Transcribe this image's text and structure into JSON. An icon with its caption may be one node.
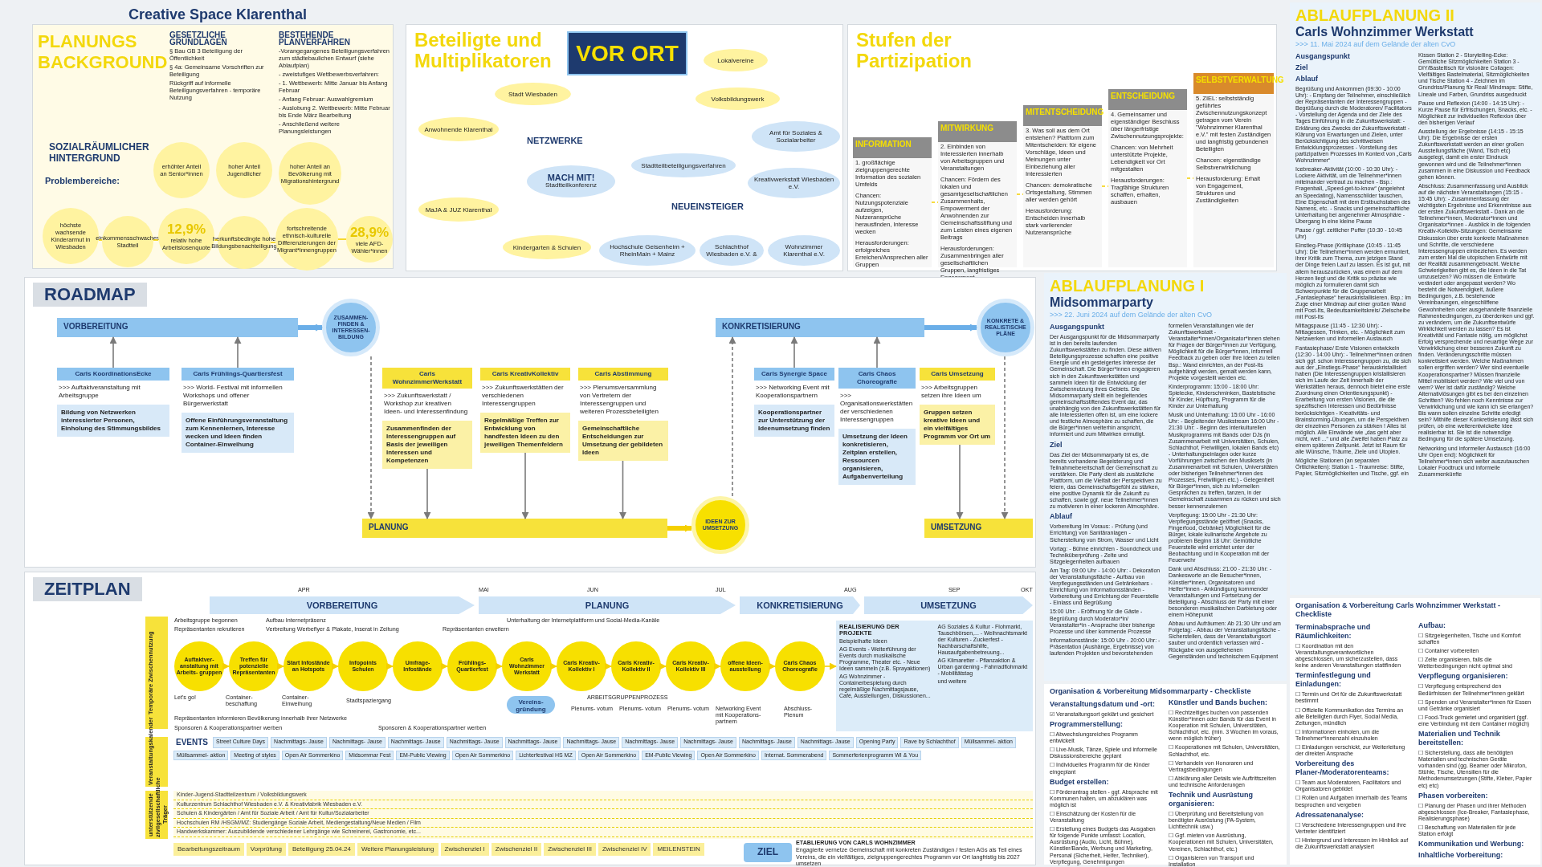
{
  "diagram": {
    "nodes": [
      {
        "text": [
          "PLANUNGS BACKGROUND"
        ]
      },
      {
        "text": [
          "GESETZLICHE GRUNDLAGEN",
          "§ Bau GB 3 Beteiligung der Öffentlichkeit",
          "§ 4a: Gemeinsame Vorschriften zur Beteiligung",
          "Rückgriff auf informelle Beteiligungsverfahren - temporäre Nutzung"
        ],
        "in": 0
      },
      {
        "text": [
          "BESTEHENDE PLANVERFAHREN",
          "-Vorangegangenes Beteiligungsverfahren zum städtebaulichen Entwurf (siehe Ablaufplan)",
          "- zweistufiges Wettbewerbsverfahren:",
          "- 1. Wettbewerb: Mitte Januar bis Anfang Februar",
          "- Anfang Februar: Auswahlgremium",
          "- Auslobung 2. Wettbewerb: Mitte Februar bis Ende März Bearbeitung",
          "- Anschließend weitere Planungsleistungen"
        ],
        "in": 0
      },
      {
        "text": [
          "SOZIALRÄUMLICHER HINTERGRUND"
        ],
        "in": 0
      },
      {
        "text": [
          "erhöhter Anteil an Senior*innen"
        ],
        "in": 0
      },
      {
        "text": [
          "hoher Anteil Jugendlicher"
        ],
        "in": 0
      },
      {
        "text": [
          "hoher Anteil an Bevölkerung mit Migrationshintergrund"
        ],
        "in": 0
      },
      {
        "text": [
          "höchste wachsende Kinderarmut in Wiesbaden"
        ],
        "in": 0
      },
      {
        "text": [
          "einkommensschwaches Stadtteil"
        ],
        "in": 0
      },
      {
        "text": [
          "12,9%",
          "relativ hohe Arbeitslosenquote"
        ],
        "in": 0
      },
      {
        "text": [
          "herkunftsbedingte hohe Bildungsbenachteiligung"
        ],
        "in": 0
      },
      {
        "text": [
          "fortschreitende ethnisch-kulturelle Differenzierungen der Migrant*innengruppen"
        ],
        "in": 0
      },
      {
        "text": [
          "28,9%",
          "viele AFD-Wähler*innen"
        ],
        "in": 0
      },
      {
        "text": [
          "Beteiligte und Multiplikatoren"
        ]
      },
      {
        "text": [
          "VOR ORT"
        ],
        "in": 13
      },
      {
        "text": [
          "Anwohnende Klarenthal"
        ],
        "in": 13
      },
      {
        "text": [
          "Stadt Wiesbaden"
        ],
        "in": 13
      },
      {
        "text": [
          "Lokalvereine"
        ],
        "in": 13
      },
      {
        "text": [
          "Volksbildungswerk"
        ],
        "in": 13
      },
      {
        "text": [
          "Amt für Soziales & Sozialarbeiter"
        ],
        "in": 13
      },
      {
        "text": [
          "MaJA & JUZ Klarenthal"
        ],
        "in": 13
      },
      {
        "text": [
          "MACH MIT!",
          "Stadtteilkonferenz"
        ],
        "in": 13
      },
      {
        "text": [
          "Stadtteilbeteiligungsverfahren"
        ],
        "in": 13
      },
      {
        "text": [
          "Kreativwerkstatt Wiesbaden e.V."
        ],
        "in": 13
      },
      {
        "text": [
          "Kindergarten & Schulen"
        ],
        "in": 13
      },
      {
        "text": [
          "Hochschule Geisenheim + RheinMain + Mainz"
        ],
        "in": 13
      },
      {
        "text": [
          "Schlachthof Wiesbaden e.V. &"
        ],
        "in": 13
      },
      {
        "text": [
          "Wohnzimmer Klarenthal e.V."
        ],
        "in": 13
      },
      {
        "text": [
          "Stufen der Partizipation"
        ]
      },
      {
        "text": [
          "INFORMATION",
          "1. großflächige zielgruppengerechte Information des sozialen Umfelds",
          "Chancen: Nutzungspotenziale aufzeigen, Nutzeransprüche herausfinden, Interesse wecken",
          "Herausforderungen: erfolgreiches Erreichen/Ansprechen aller Gruppen"
        ],
        "in": 28
      },
      {
        "text": [
          "MITWIRKUNG",
          "2. Einbinden von Interessierten innerhalb von Arbeitsgruppen und Veranstaltungen",
          "Chancen: Fördern des lokalen und gesamtgesellschaftlichen Zusammenhalts, Empowerment der Anwohnenden zur Gemeinschaftsstiftung und zum Leisten eines eigenen Beitrags",
          "Herausforderungen: Zusammenbringen aller gesellschaftlichen Gruppen, langfristiges Engagement binden/erhalten"
        ],
        "in": 28
      },
      {
        "text": [
          "MITENTSCHEIDUNG",
          "3. Was soll aus dem Ort entstehen? Plattform zum Mitentscheiden: für eigene Vorschläge, Ideen und Meinungen unter Einbeziehung aller Interessierten",
          "Chancen: demokratische Ortsgestaltung, Stimmen aller werden gehört",
          "Herausforderung: Entscheiden innerhalb stark variierender Nutzeransprüche"
        ],
        "in": 28
      },
      {
        "text": [
          "ENTSCHEIDUNG",
          "4. Gemeinsamer und eigenständiger Beschluss über längerfristige Zwischennutzungsprojekte:",
          "Chancen: von Mehrheit unterstützte Projekte, Lebendigkeit vor Ort mitgestalten",
          "Herausforderungen: Tragfähige Strukturen schaffen, erhalten, ausbauen"
        ],
        "in": 28
      },
      {
        "text": [
          "SELBSTVERWALTUNG",
          "5. ZIEL: selbstständig geführtes Zwischennutzungskonzept getragen vom Verein \"Wohnzimmer Klarenthal e.V.\" mit festen Zuständigen und langfristig gebundenen Beteiligten",
          "Chancen: eigenständige Selbstverwirklichung",
          "Herausforderung: Erhalt von Engagement, Strukturen und Zuständigkeiten"
        ],
        "in": 28
      },
      {
        "text": [
          "ROADMAP"
        ]
      },
      {
        "text": [
          "VORBEREITUNG"
        ],
        "in": 34
      },
      {
        "text": [
          "ZUSAMMEN- FINDEN & INTERESSEN- BILDUNG"
        ],
        "in": 34
      },
      {
        "text": [
          "PLANUNG"
        ],
        "in": 34
      },
      {
        "text": [
          "IDEEN ZUR UMSETZUNG"
        ],
        "in": 34
      },
      {
        "text": [
          "KONKRETISIERUNG"
        ],
        "in": 34
      },
      {
        "text": [
          "KONKRETE & REALISTISCHE PLÄNE"
        ],
        "in": 34
      },
      {
        "text": [
          "UMSETZUNG"
        ],
        "in": 34
      },
      {
        "text": [
          "Carls KoordinationsEcke",
          ">>> Auftaktveranstaltung mit Arbeitsgruppe",
          "Bildung von Netzwerken interessierter Personen, Einholung des Stimmungsbildes"
        ],
        "in": 34
      },
      {
        "text": [
          "Carls Frühlings-Quartiersfest",
          ">>> World- Festival mit informellen Workshops und offener Bürgerwerkstatt",
          "Offene Einführungsveranstaltung zum Kennenlernen, Interesse wecken und Ideen finden Container-Einweihung"
        ],
        "in": 34
      },
      {
        "text": [
          "Carls WohnzimmerWerkstatt",
          ">>> Zukunftswerkstatt / Workshop zur kreativen Ideen- und Interessenfindung",
          "Zusammenfinden der Interessengruppen auf Basis der jeweiligen Interessen und Kompetenzen"
        ],
        "in": 34
      },
      {
        "text": [
          "Carls KreativKollektiv",
          ">>> Zukunftswerkstätten der verschiedenen Interessengruppen",
          "Regelmäßige Treffen zur Entwicklung von handfesten Ideen zu den jeweiligen Themenfeldern"
        ],
        "in": 34
      },
      {
        "text": [
          "Carls Abstimmung",
          ">>> Plenumsversammlung von Vertretern der Interessengruppen und weiteren Prozessbeteiligten",
          "Gemeinschaftliche Entscheidungen zur Umsetzung der gebildeten Ideen"
        ],
        "in": 34
      },
      {
        "text": [
          "Carls Synergie Space",
          ">>> Networking Event mit Kooperationspartnern",
          "Kooperationspartner zur Unterstützung der Ideenumsetzung finden"
        ],
        "in": 34
      },
      {
        "text": [
          "Carls Chaos Choreografie",
          ">>> Organisationswerkstätten der verschiedenen Interessengruppen",
          "Umsetzung der Ideen konkretisieren, Zeitplan erstellen, Ressourcen organisieren, Aufgabenverteilung"
        ],
        "in": 34
      },
      {
        "text": [
          "Carls Umsetzung",
          ">>> Arbeitsgruppen setzen ihre Ideen um",
          "Gruppen setzen kreative Ideen und ein vielfältiges Programm vor Ort um"
        ],
        "in": 34
      },
      {
        "text": [
          "ZEITPLAN"
        ]
      },
      {
        "text": [
          "VORBEREITUNG"
        ],
        "in": 50
      },
      {
        "text": [
          "PLANUNG"
        ],
        "in": 50
      },
      {
        "text": [
          "KONKRETISIERUNG"
        ],
        "in": 50
      },
      {
        "text": [
          "UMSETZUNG"
        ],
        "in": 50
      },
      {
        "text": [
          "Temporäre Zwischennutzung"
        ],
        "in": 50
      },
      {
        "text": [
          "Veranstaltungskalender"
        ],
        "in": 50
      },
      {
        "text": [
          "unterstützende zivilgesellschaftliche Träger"
        ],
        "in": 50
      },
      {
        "text": [
          "Auftaktver- anstaltung mit Arbeits- gruppen"
        ],
        "in": 50
      },
      {
        "text": [
          "Treffen für potenzielle Repräsentanten"
        ],
        "in": 50
      },
      {
        "text": [
          "Start Infostände an Hotspots"
        ],
        "in": 50
      },
      {
        "text": [
          "Infopoints Schulen"
        ],
        "in": 50
      },
      {
        "text": [
          "Umfrage- Infostände"
        ],
        "in": 50
      },
      {
        "text": [
          "Frühlings- Quartierfest"
        ],
        "in": 50
      },
      {
        "text": [
          "Carls Wohnzimmer Werkstatt"
        ],
        "in": 50
      },
      {
        "text": [
          "Carls Kreativ- Kollektiv I"
        ],
        "in": 50
      },
      {
        "text": [
          "Carls Kreativ- Kollektiv II"
        ],
        "in": 50
      },
      {
        "text": [
          "Carls Kreativ- Kollektiv III"
        ],
        "in": 50
      },
      {
        "text": [
          "offene Ideen- ausstellung"
        ],
        "in": 50
      },
      {
        "text": [
          "Carls Chaos Choreografie"
        ],
        "in": 50
      },
      {
        "text": [
          "Vereins- gründung"
        ],
        "in": 50
      },
      {
        "text": [
          "REALISIERUNG DER PROJEKTE",
          "Beispielhafte Ideen",
          "AG Events - Weiterführung der Events durch musikalische Programme, Theater etc. - Neue Ideen sammeln (z.B. Sprayaktionen)",
          "AG Wohnzimmer - Containerbespielung durch regelmäßige Nachmittagsjause, Café, Ausstellungen, Diskussionen...",
          "AG Soziales & Kultur - Flohmarkt, Tauschbörsen,... - Weihnachtsmarkt der Kulturen - Zuckerfest - Nachbarschaftshilfe, Hausaufgabenbetreuung...",
          "AG Klimaretter - Pflanzaktion & Urban gardening - Fahrradflohmarkt - Mobilitätstag",
          "und weitere"
        ],
        "in": 50
      },
      {
        "text": [
          "EVENTS",
          "Street Culture Days",
          "Nachmittags- Jause",
          "Nachmittags- Jause",
          "Nachmittags- Jause",
          "Nachmittags- Jause",
          "Nachmittags- Jause",
          "Nachmittags- Jause",
          "Nachmittags- Jause",
          "Nachmittags- Jause",
          "Nachmittags- Jause",
          "Nachmittags- Jause",
          "Opening Party",
          "Rave by Schlachthof",
          "Müllsammel- aktion",
          "Müllsammel- aktion",
          "Meeting of styles",
          "Open Air Sommerkino",
          "Midsommar Fest",
          "EM-Public Viewing",
          "Open Air Sommerkino",
          "Lichterfestival HS MZ",
          "Open Air Sommerkino",
          "EM-Public Viewing",
          "Open Air Sommerkino",
          "Internat. Sommerabend",
          "Sommerferienprogramm WI & You"
        ],
        "in": 50
      },
      {
        "text": [
          "Kinder-Jugend-Stadtteilzentrum / Volksbildungswerk",
          "Kulturzentrum Schlachthof Wiesbaden e.V. & Kreativfabrik Wiesbaden e.V.",
          "Schulen & Kindergärten / Amt für Soziale Arbeit / Amt für Kultur/Sozialarbeiter",
          "Hochschulen RM /HSGM/MZ: Studiengänge Soziale Arbeit, Mediengestaltung/Neue Medien / Film",
          "Handwerkskammer: Auszubildende verschiedener Lehrgänge wie Schreinerei, Gastronomie, etc..."
        ],
        "in": 50
      },
      {
        "text": [
          "Bearbeitungszeitraum",
          "Vorprüfung",
          "Beteiligung 25.04.24",
          "Weitere Planungsleistung",
          "Zwischenziel I",
          "Zwischenziel II",
          "Zwischenziel III",
          "Zwischenziel IV",
          "MEILENSTEIN"
        ],
        "in": 50
      },
      {
        "text": [
          "ZIEL"
        ],
        "in": 50,
        "beside": [
          "ETABLIERUNG VON CARLS WOHNZIMMER",
          "Engagierte vernetze Gemeinschaft mit konkreten Zuständigen / festen AGs als Teil eines Vereins, die ein vielfältiges, zielgruppengerechtes Programm vor Ort langfristig bis 2027 umsetzen"
        ]
      },
      {
        "text": [
          "ABLAUFPLANUNG I",
          "Midsommarparty",
          ">>> 22. Juni 2024 auf dem Gelände der alten CvO",
          "Ausgangspunkt",
          "Der Ausgangspunkt für die Midsommarparty ist in den bereits laufenden Zukunftswerkstätten zu finden. Diese aktiven Beteiligungsprozesse schaffen eine positive Energie und ein gesteigertes Interesse der Gemeinschaft. Die Bürger*innen engagieren sich in den Zukunftswerkstätten und sammeln Ideen für die Entwicklung der Zwischennutzung ihres Gebiets. Die Midsommarparty stellt ein begleitendes gemeinschaftsstiftendes Event dar, das unabhängig von den Zukunftswerkstätten für alle Interessierten offen ist, um eine lockere und festliche Atmosphäre zu schaffen, die die Bürger*innen weiterhin anspricht, informiert und zum Mitwirken ermutigt.",
          "Ziel",
          "Das Ziel der Midsommarparty ist es, die bereits vorhandene Begeisterung und Teilnahmebereitschaft der Gemeinschaft zu verstärken. Die Party dient als zusätzliche Plattform, um die Vielfalt der Perspektiven zu feiern, das Gemeinschaftsgefühl zu stärken, eine positive Dynamik für die Zukunft zu schaffen, sowie ggf. neue Teilnehmer*innen zu motivieren in einer lockeren Atmosphäre.",
          "Ablauf",
          "Vorbereitung Im Voraus: - Prüfung (und Errichtung) von Sanitäranlagen - Sicherstellung von Strom, Wasser und Licht",
          "Vortag: - Bühne einrichten - Soundcheck und Techniküberprüfung - Zelte und Sitzgelegenheiten aufbauen",
          "Am Tag: 09:00 Uhr - 14:00 Uhr: - Dekoration der Veranstaltungsfläche - Aufbau von Verpflegungsständen und Getränkebars - Einrichtung von Informationsständen - Vorbereitung und Errichtung der Feuerstelle - Einlass und Begrüßung",
          "15:00 Uhr: - Eröffnung für die Gäste - Begrüßung durch Moderator*in/ Veranstalter*in - Ansprache über bisherige Prozesse und über kommende Prozesse",
          "Informationsstände: 15:00 Uhr - 20:00 Uhr: - Präsentation (Aushänge, Ergebnisse) von laufenden Projekten und bevorstehenden formellen Veranstaltungen wie der Zukunftswerkstatt - Veranstalter*innen/Organisator*innen stehen für Fragen der Bürger*innen zur Verfügung, Möglichkeit für die Bürger*innen, informell Feedback zu geben oder ihre Ideen zu teilen Bsp.: Wand einrichten, an der Post-Its aufgehängt werden, gemalt werden kann, Projekte vorgestellt werden etc.",
          "Kinderprogramm: 15:00 - 18:00 Uhr: Spielecke, Kinderschminken, Bastelstische für Kinder, Hüpfburg, Programm für die Kinder zur Unterhaltung",
          "Musik und Unterhaltung: 15:00 Uhr - 16:00 Uhr: - Begleitender Musikstream 16:00 Uhr - 21:30 Uhr: - Beginn des interkulturellen Musikprogramms mit Bands oder DJs (in Zusammenarbeit mit Universitäten, Schulen, Schlachthof, Freiwilligen, lokalen Bands etc) - Unterhaltungseinlagen oder kurze Vorführungen zwischen den Musiksets (in Zusammenarbeit mit Schulen, Universitäten oder bisherigen Teilnehmer*innen des Prozesses, Freiwilligen etc.) - Gelegenheit für Bürger*innen, sich zu informellen Gesprächen zu treffen, tanzen, in der Gemeinschaft zusammen zu rücken und sich besser kennenzulernen",
          "Verpflegung: 15:00 Uhr - 21:30 Uhr: Verpflegungsstände geöffnet (Snacks, Fingerfood, Getränke) Möglichkeit für die Bürger, lokale kulinarische Angebote zu probieren Beginn 18 Uhr: Gemütliche Feuerstelle wird errichtet unter der Beobachtung und in Kooperation mit der Feuerwehr",
          "Dank und Abschluss: 21:00 - 21:30 Uhr: - Dankesworte an die Besucher*innen, Künstler*innen, Organisatoren und Helfer*innen - Ankündigung kommender Veranstaltungen und Fortsetzung der Beteiligung - Abschluss der Party mit einer besonderen musikalischen Darbietung oder einem Höhepunkt",
          "Abbau und Aufräumen: Ab 21:30 Uhr und am Folgetag: - Abbau der Veranstaltungsfläche - Sicherstellen, dass der Veranstaltungsort sauber und ordentlich verlassen wird - Rückgabe von ausgeliehenen Gegenständen und technischem Equipment"
        ]
      },
      {
        "text": [
          "Organisation & Vorbereitung Midsommarparty - Checkliste",
          "Veranstaltungsdatum und -ort:",
          "☑ Veranstaltungsort geklärt und gesichert",
          "Programmerstellung:",
          "☐ Abwechslungsreiches Programm entwickelt",
          "☐ Live-Musik, Tänze, Spiele und informelle Diskussionsbereiche geplant",
          "☐ Individuelles Programm für die Kinder eingeplant",
          "Budget erstellen:",
          "☐ Förderantrag stellen - ggf. Absprache mit Kommunen halten, um abzuklären was möglich ist",
          "☐ Einschätzung der Kosten für die Veranstaltung",
          "☐ Erstellung eines Budgets das Ausgaben für folgende Punkte umfasst: Location, Ausrüstung (Audio, Licht, Bühne), Künstler/Bands, Werbung und Marketing, Personal (Sicherheit, Helfer, Techniker), Verpflegung, Genehmigungen",
          "Künstler und Bands buchen:",
          "☐ Rechtzeitiges buchen von passenden Künstler*innen oder Bands für das Event in Kooperation mit Schulen, Universitäten, Schlachthof, etc. (min. 3 Wochen im voraus, wenn möglich früher)",
          "☐ Kooperationen mit Schulen, Universitäten, Schlachthof, etc.",
          "☐ Verhandeln von Honoraren und Vertragsbedingungen",
          "☐ Abklärung aller Details wie Auftrittszeiten und technische Anforderungen",
          "Technik und Ausrüstung organisieren:",
          "☐ Überprüfung und Bereitstellung von benötigter Ausrüstung (PA-System, Lichttechnik usw.)",
          "☐ Ggf. mieten von Ausrüstung, Kooperationen mit Schulen, Universitäten, Vereinen, Schlachthof, etc.)",
          "☐ Organisieren von Transport und Installation"
        ]
      },
      {
        "text": [
          "ABLAUFPLANUNG II",
          "Carls Wohnzimmer Werkstatt",
          ">>> 11. Mai 2024 auf dem Gelände der alten CvO",
          "Ausgangspunkt",
          "Ziel",
          "Ablauf",
          "Begrüßung und Ankommen (09:30 - 10:00 Uhr): - Empfang der Teilnehmer, einschließlich der Repräsentanten der Interessengruppen - Begrüßung durch die Moderatoren/ Facilitators - Vorstellung der Agenda und der Ziele des Tages Einführung in die Zukunftswerkstatt: - Erklärung des Zwecks der Zukunftswerkstatt - Klärung von Erwartungen und Zielen, unter Berücksichtigung des schrittweisen Entwicklungsprozesses - Vorstellung des partizipativen Prozesses im Kontext von „Carls Wohnzimmer“",
          "Icebreaker-Aktivität (10:00 - 10:30 Uhr): - Lockere Aktivität, um die Teilnehmer*innen miteinander vertraut zu machen - Bsp.: Fragenball, „Speed-get-to-know“ (angelehnt an Speedating), Namensschilder tauschen, Eine Eigenschaft mit dem Erstbuchstaben des Namens, etc. - Snacks und gemeinschaftliche Unterhaltung bei angenehmer Atmosphäre - Übergang in eine kleine Pause",
          "Pause / ggf. zeitlicher Puffer (10:30 - 10:45 Uhr)",
          "Einstieg-Phase (Kritikphase (10:45 - 11:45 Uhr): Die Teilnehmer*innen werden ermuntert, ihrer Kritik zum Thema, zum jetzigen Stand der Dinge freien Lauf zu lassen. Es ist gut, mit allem herauszurücken, was einem auf dem Herzen liegt und die Kritik so präzise wie möglich zu formulieren damit sich Schwerpunkte für die Gruppenarbeit „Fantasiephase“ herauskristallisieren. Bsp.: Im Zuge einer Mindmap auf einer großen Wand mit Post-Its, Bedeutsamkeitskreis/ Zielscheibe mit Post-Its",
          "Mittagspause (11:45 - 12:30 Uhr): - Mittagessen, Trinken, etc. - Möglichkeit zum Netzwerken und informellen Austausch",
          "Fantasiephase/ Erste Visionen entwickeln (12:30 - 14:00 Uhr): - Teilnehmer*innen ordnen sich ggf. schon Interessengruppen zu, die sich aus der „Einstiegs-Phase“ herauskristallisiert haben (Die Interessengruppen kristallisieren sich im Laufe der Zeit innerhalb der Werkstätten heraus, dennoch bietet eine erste Zuordnung einen Orientierungspunkt) - Erarbeitung von ersten Visionen, die die spezifischen Interessen und Bedürfnisse berücksichtigen - Kreativitäts- und Brainstorming-Übungen, um die Perspektiven der einzelnen Personen zu stärken ! Alles ist möglich. Alle Einwände wie „das geht aber nicht, weil ...“ und alle Zweifel haben Platz zu einem späteren Zeitpunkt. Jetzt ist Raum für alle Wünsche, Träume, Ziele und Utopien.",
          "Mögliche Stationen (an separaten Örtlichkeiten): Station 1 - Traumreise: Stifte, Papier, Sitzmöglichkeiten und Tische, ggf. ein Kissen Station 2 - Storytelling-Ecke: Gemütliche Sitzmöglichkeiten Station 3 - DIY/Basteltisch für visionäre Collagen: Vielfältiges Bastelmaterial, Sitzmöglichkeiten und Tische Station 4 - Zeichnen im Grundriss/Planung für Real/ Mindmaps: Stifte, Lineale und Farben, Grundriss ausgedruckt",
          "Pause und Reflexion (14:00 - 14:15 Uhr): - Kurze Pause für Erfrischungen, Snacks, etc. - Möglichkeit zur individuellen Reflexion über den bisherigen Verlauf",
          "Ausstellung der Ergebnisse (14:15 - 15:15 Uhr): Die Ergebnisse der ersten Zukunftswerkstatt werden an einer großen Ausstellungsfläche (Wand, Tisch etc) ausgelegt, damit ein erster Eindruck gewonnen wird und die Teilnehmer*innen zusammen in eine Diskussion und Feedback gehen können.",
          "Abschluss: Zusammenfassung und Ausblick auf die nächsten Veranstaltungen (15:15 - 15:45 Uhr): - Zusammenfassung der wichtigsten Ergebnisse und Erkenntnisse aus der ersten Zukunftswerkstatt - Dank an die Teilnehmer*innen, Moderator*innen und Organisator*innen - Ausblick in die folgenden Kreativ-Kollektiv-Sitzungen: Gemeinsame Diskussion über erste konkrete Maßnahmen und Schritte, die verschiedene Interessengruppen einbeziehen. Es werden zum ersten Mal die utopischen Entwürfe mit der Realität zusammengebracht. Welche Schwierigkeiten gibt es, die Ideen in die Tat umzusetzen? Wo müssen die Entwürfe verändert oder angepasst werden? Wo besteht die Notwendigkeit, äußere Bedingungen, z.B. bestehende Vereinbarungen, eingeschliffene Gewohnheiten oder ausgehandelte finanzielle Rahmenbedingungen, zu überdenken und ggf. zu verändern, um die Zukunftsentwürfe Wirklichkeit werden zu lassen? Es ist Kreativität und Fantasie nötig, um möglichst Erfolg versprechende und neuartige Wege zur Verwirklichung einer besseren Zukunft zu finden. Veränderungsschritte müssen konkretisiert werden. Welche Maßnahmen sollen ergriffen werden? Wer sind eventuelle Kooperationspartner? Müssen finanzielle Mittel mobilisiert werden? Wie viel und von wem? Wer ist dafür zuständig? Welche Alternativlösungen gibt es bei den einzelnen Schritten? Wo fehlen noch Kenntnisse zur Verwirklichung und wie kann ich sie erlangen? Bis wann sollen einzelne Schritte erledigt sein? Mithilfe dieser Konkretisierung lässt sich prüfen, ob eine weiterentwickelte Idee realisierbar ist. Sie ist die notwendige Bedingung für die spätere Umsetzung.",
          "Networking und informeller Austausch (16:00 Uhr Open end): Möglichkeit für Teilnehmer*innen sich weiter auszutauschen Lokaler Foodtruck und informelle Zusammenkünfte"
        ]
      },
      {
        "text": [
          "Organisation & Vorbereitung Carls Wohnzimmer Werkstatt - Checkliste",
          "Terminabsprache und Räumlichkeiten:",
          "☐ Koordination mit den Veranstaltungsverantwortlichen abgeschlossen, um sicherzustellen, dass keine anderen Veranstaltungen stattfinden",
          "Terminfestlegung und Einladungen:",
          "☐ Termin und Ort für die Zukunftswerkstatt bestimmt",
          "☐ Offizielle Kommunikation des Termins an alle Beteiligten durch Flyer, Social Media, Zeitungen, mündlich",
          "☐ Informationen einholen, um die Teilnehmer*innenzahl einzuholen",
          "☐ Einladungen verschickt, zur Weiterleitung der direkten Ansprache",
          "Vorbereitung des Planer-/Moderatorenteams:",
          "☐ Team aus Moderatoren, Facilitators und Organisatoren gebildet",
          "☐ Rollen und Aufgaben innerhalb des Teams besprochen und vergeben",
          "Adressatenanalyse:",
          "☐ Verschiedene Interessengruppen und ihre Vertreter identifiziert",
          "☐ Hintergrund und Interessen im Hinblick auf die Zukunftswerkstatt analysiert",
          "Aufbau:",
          "☐ Sitzgelegenheiten, Tische und Komfort schaffen",
          "☐ Container vorbereiten",
          "☐ Zelte organisieren, falls die Wetterbedingungen nicht optimal sind",
          "Verpflegung organisieren:",
          "☐ Verpflegung entsprechend den Bedürfnissen der Teilnehmer*innen geklärt",
          "☐ Spenden und Veranstalter*innen für Essen und Getränke organisiert",
          "☐ Food-Truck gemietet und organisiert (ggf. eine Verbindung mit dem Container möglich)",
          "Materialien und Technik bereitstellen:",
          "☐ Sicherstellung, dass alle benötigten Materialien und technischen Geräte vorhanden sind (gg. Beamer oder Mikrofon, Stühle, Tische, Utensilien für die Methodenumsetzungen (Stifte, Kleber, Papier etc) etc)",
          "Phasen vorbereiten:",
          "☐ Planung der Phasen und ihrer Methoden abgeschlossen (Ice-Breaker, Fantasiephase, Realisierungsphase)",
          "☐ Beschaffung von Materialien für jede Station erfolgt",
          "Kommunikation und Werbung:",
          "Inhaltliche Vorbereitung:"
        ]
      }
    ],
    "edges": [
      {
        "from": 7,
        "to": 8,
        "arrow": "none"
      },
      {
        "from": 8,
        "to": 9,
        "arrow": "none"
      },
      {
        "from": 9,
        "to": 10,
        "arrow": "none"
      },
      {
        "from": 10,
        "to": 11,
        "arrow": "none"
      },
      {
        "from": 11,
        "to": 12,
        "arrow": "none"
      },
      {
        "from": 29,
        "to": 30,
        "arrow": "none",
        "style": "dashed"
      },
      {
        "from": 30,
        "to": 31,
        "arrow": "none",
        "style": "dashed"
      },
      {
        "from": 31,
        "to": 32,
        "arrow": "none",
        "style": "dashed"
      },
      {
        "from": 32,
        "to": 33,
        "arrow": "none",
        "style": "dashed"
      },
      {
        "from": 35,
        "to": 36,
        "arrow": "to",
        "style": "thick",
        "color": "#6aaee8"
      },
      {
        "from": 36,
        "to": 37,
        "arrow": "to",
        "style": "dashed",
        "color": "#7a7a7a"
      },
      {
        "from": 37,
        "to": 38,
        "arrow": "to",
        "style": "thick"
      },
      {
        "from": 38,
        "to": 39,
        "arrow": "to",
        "style": "dashed",
        "color": "#7a7a7a"
      },
      {
        "from": 39,
        "to": 40,
        "arrow": "to",
        "style": "thick",
        "color": "#6aaee8"
      },
      {
        "from": 40,
        "to": 41,
        "arrow": "to",
        "style": "dashed",
        "color": "#7a7a7a"
      },
      {
        "from": 42,
        "to": 35,
        "arrow": "to",
        "color": "#7a7a7a"
      },
      {
        "from": 43,
        "to": 35,
        "arrow": "to",
        "color": "#7a7a7a"
      },
      {
        "from": 44,
        "to": 37,
        "arrow": "to",
        "color": "#7a7a7a"
      },
      {
        "from": 45,
        "to": 37,
        "arrow": "to",
        "color": "#7a7a7a"
      },
      {
        "from": 46,
        "to": 37,
        "arrow": "to",
        "color": "#7a7a7a"
      },
      {
        "from": 47,
        "to": 39,
        "arrow": "to",
        "color": "#7a7a7a"
      },
      {
        "from": 48,
        "to": 39,
        "arrow": "to",
        "color": "#7a7a7a"
      },
      {
        "from": 49,
        "to": 41,
        "arrow": "to",
        "color": "#7a7a7a"
      },
      {
        "from": 58,
        "to": 59,
        "arrow": "to"
      },
      {
        "from": 59,
        "to": 60,
        "arrow": "to"
      },
      {
        "from": 60,
        "to": 61,
        "arrow": "to"
      },
      {
        "from": 61,
        "to": 62,
        "arrow": "to"
      },
      {
        "from": 62,
        "to": 63,
        "arrow": "to"
      },
      {
        "from": 63,
        "to": 64,
        "arrow": "to"
      },
      {
        "from": 64,
        "to": 65,
        "arrow": "to"
      },
      {
        "from": 65,
        "to": 66,
        "arrow": "to"
      },
      {
        "from": 66,
        "to": 67,
        "arrow": "to"
      },
      {
        "from": 67,
        "to": 68,
        "arrow": "to"
      },
      {
        "from": 68,
        "to": 69,
        "arrow": "to"
      },
      {
        "from": 69,
        "to": 71,
        "arrow": "to"
      }
    ],
    "labels": [
      "Creative Space Klarenthal",
      "Problembereiche:",
      "NETZWERKE",
      "NEUEINSTEIGER",
      "APR",
      "MAI",
      "JUN",
      "JUL",
      "AUG",
      "SEP",
      "OKT",
      "Arbeitsgruppe begonnen",
      "Aufbau Internetpräsenz",
      "Repräsentanten rekrutieren",
      "Verbreitung Werbeflyer & Plakate, Inserat in Zeitung",
      "Repräsentanten erweitern",
      "Unterhaltung der Internetplattform und Social-Media-Kanäle",
      "Let's go!",
      "Container- beschaffung",
      "Container- Einweihung",
      "Stadtspaziergang",
      "Repräsentanten informieren Bevölkerung innerhalb ihrer Netzwerke",
      "Sponsoren & Kooperationspartner werben",
      "ARBEITSGRUPPENPROZESS",
      "Sponsoren & Kooperationspartner werben",
      "Plenums- votum",
      "Plenums- votum",
      "Plenums- votum",
      "Networking Event mit Kooperations- partnern",
      "Abschluss- Plenum"
    ]
  }
}
